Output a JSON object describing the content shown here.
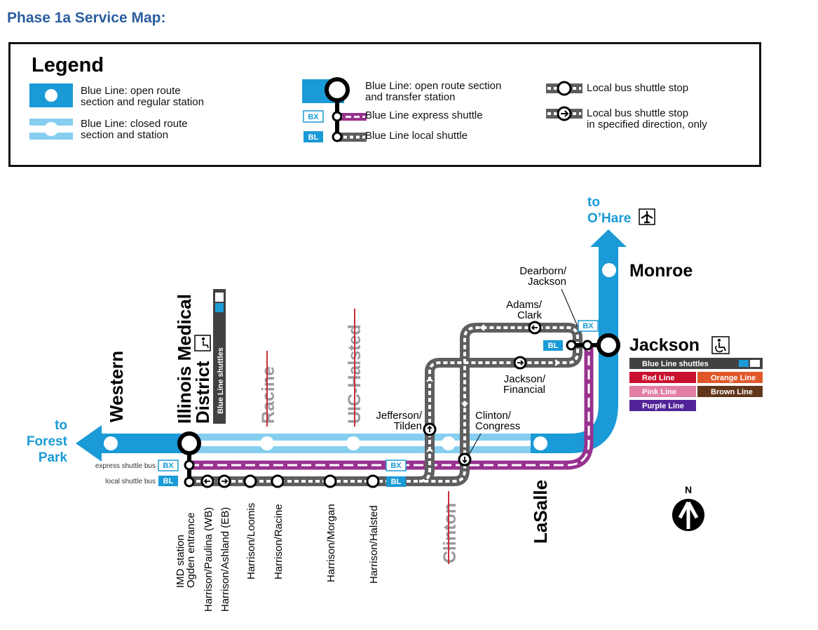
{
  "page": {
    "title": "Phase 1a Service Map:"
  },
  "legend": {
    "title": "Legend",
    "open_regular_1": "Blue Line: open route",
    "open_regular_2": "section and regular station",
    "closed_1": "Blue Line: closed route",
    "closed_2": "section and station",
    "open_transfer_1": "Blue Line: open route section",
    "open_transfer_2": "and transfer station",
    "express": "Blue Line express shuttle",
    "local": "Blue Line local shuttle",
    "local_stop": "Local bus shuttle stop",
    "dir_stop_1": "Local bus shuttle stop",
    "dir_stop_2": "in specified direction, only",
    "bx": "BX",
    "bl": "BL"
  },
  "colors": {
    "blue": "#1a9ad6",
    "light_blue": "#86cef0",
    "purple": "#98318f",
    "gray": "#5e5e60",
    "title_blue": "#2b5d9e",
    "red_cross": "#c62d39"
  },
  "map": {
    "to_forest_1": "to",
    "to_forest_2": "Forest",
    "to_forest_3": "Park",
    "to_ohare_1": "to",
    "to_ohare_2": "O’Hare",
    "western": "Western",
    "imd_1": "Illinois Medical",
    "imd_2": "District",
    "imd_shuttle": "Blue Line shuttles",
    "racine": "Racine",
    "uic": "UIC-Halsted",
    "clinton": "Clinton",
    "lasalle": "LaSalle",
    "monroe": "Monroe",
    "jackson": "Jackson",
    "dearborn_1": "Dearborn/",
    "dearborn_2": "Jackson",
    "adams_1": "Adams/",
    "adams_2": "Clark",
    "jackfin_1": "Jackson/",
    "jackfin_2": "Financial",
    "jefferson_1": "Jefferson/",
    "jefferson_2": "Tilden",
    "clinton_cong_1": "Clinton/",
    "clinton_cong_2": "Congress",
    "express_bus": "express shuttle bus",
    "local_bus": "local shuttle bus",
    "imd_ogden_1": "IMD station",
    "imd_ogden_2": "Ogden entrance",
    "paulina": "Harrison/Paulina (WB)",
    "ashland": "Harrison/Ashland (EB)",
    "loomis": "Harrison/Loomis",
    "h_racine": "Harrison/Racine",
    "morgan": "Harrison/Morgan",
    "h_halsted": "Harrison/Halsted",
    "north": "N",
    "bx": "BX",
    "bl": "BL",
    "transfers": {
      "shuttles": "Blue Line shuttles",
      "red": "Red Line",
      "orange": "Orange Line",
      "pink": "Pink Line",
      "brown": "Brown Line",
      "purple": "Purple Line"
    },
    "transfer_colors": {
      "red": "#c8102e",
      "orange": "#e0582a",
      "pink": "#e27ea6",
      "brown": "#62361b",
      "purple": "#522398",
      "dark": "#414042"
    }
  }
}
